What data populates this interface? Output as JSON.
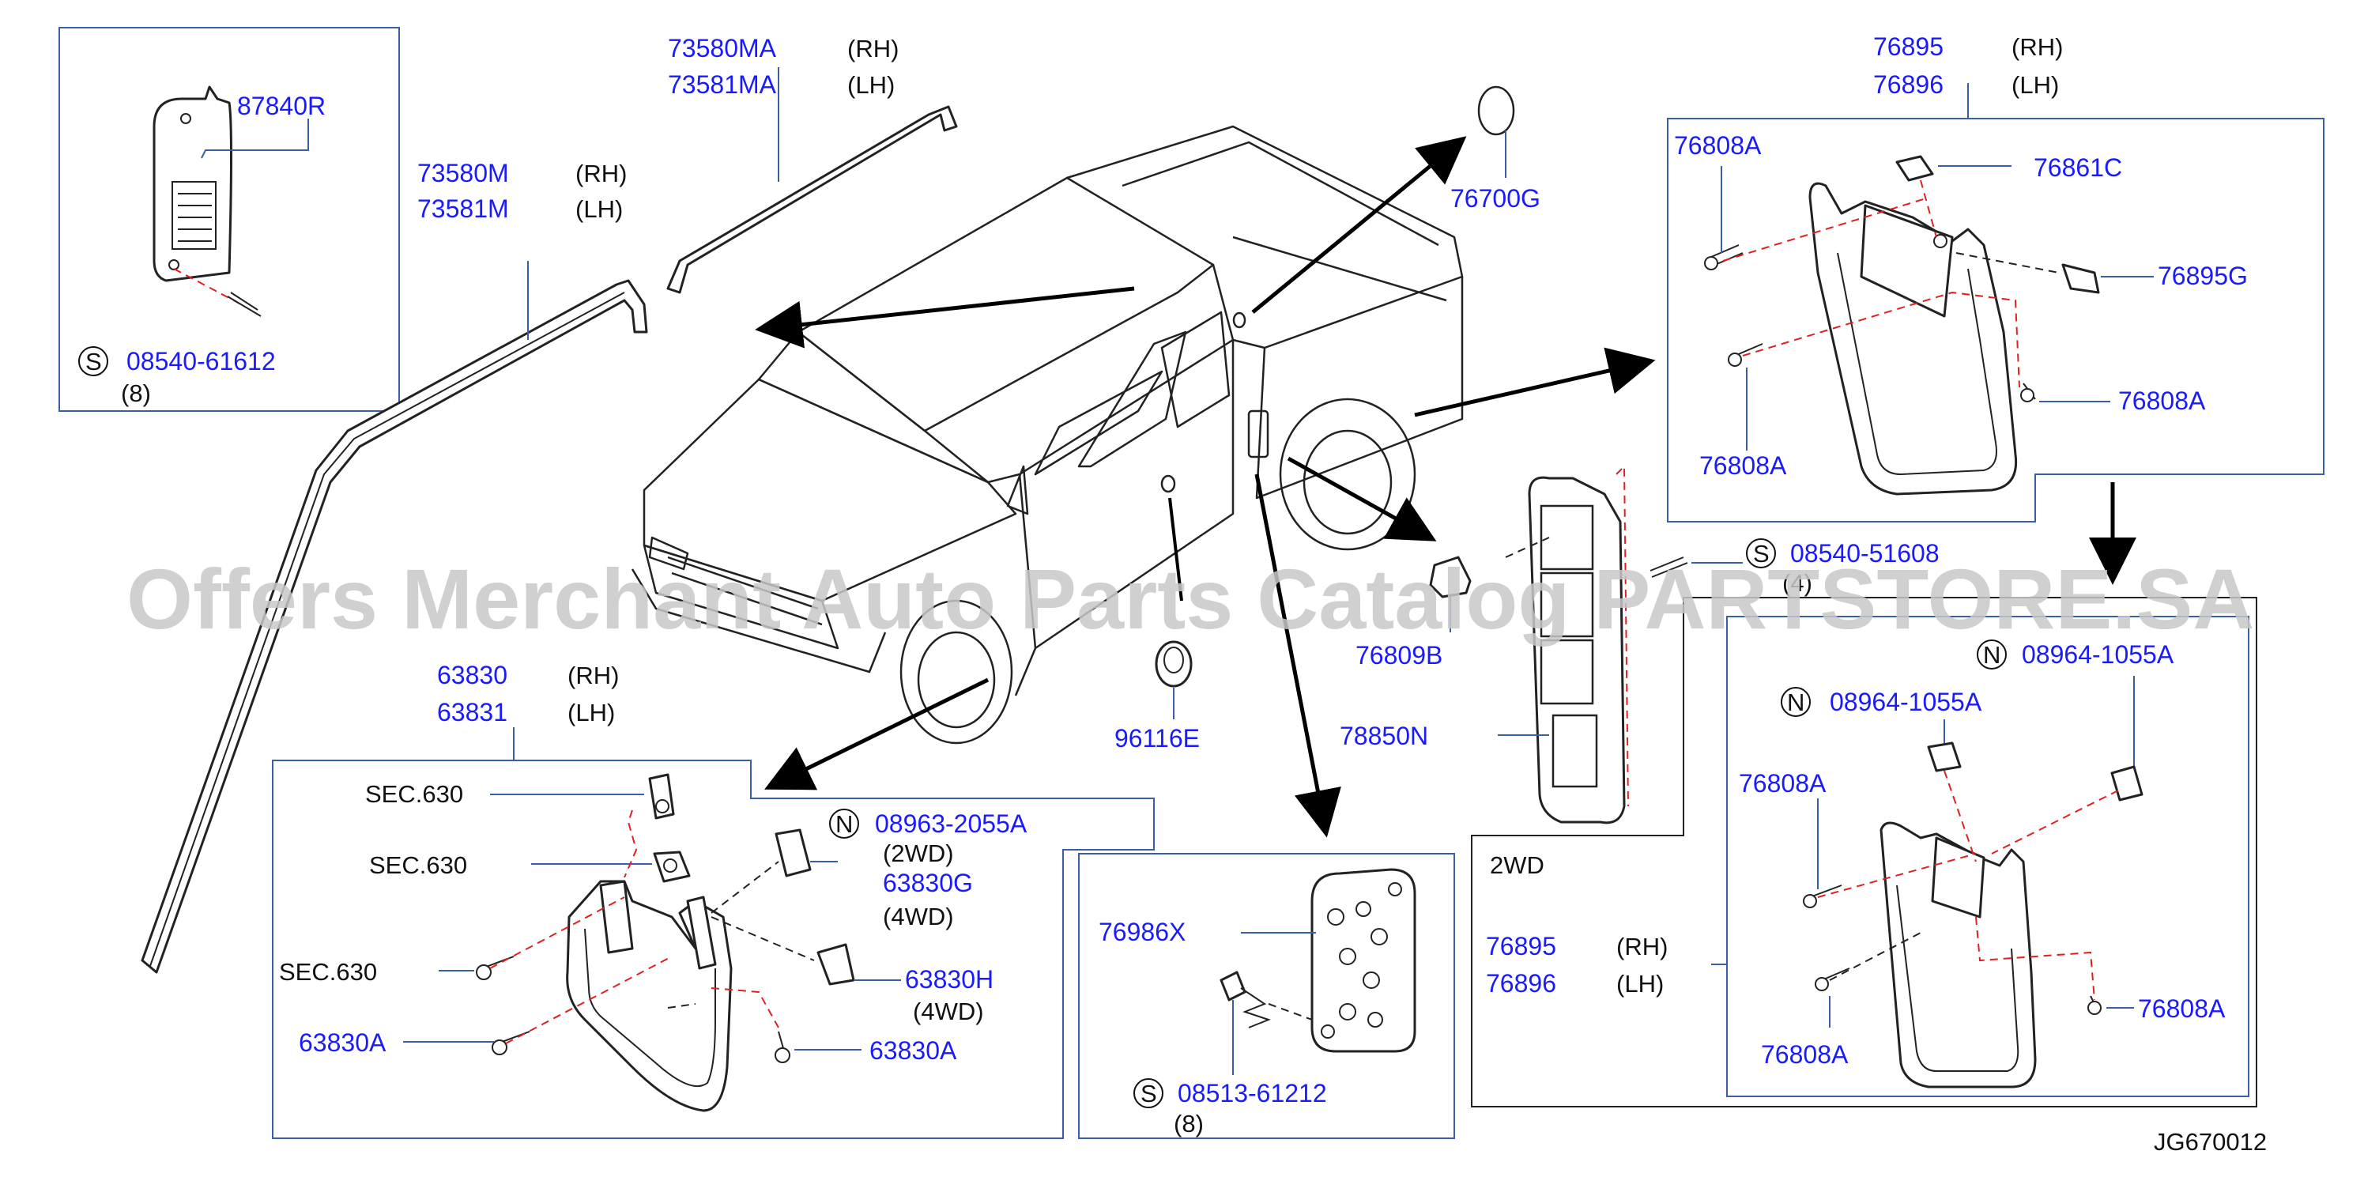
{
  "watermark": "Offers Merchant Auto Parts Catalog PARTSTORE.SA",
  "drawing_id": "JG670012",
  "labels": {
    "p87840R": "87840R",
    "s1_sym": "S",
    "s1_num": "08540-61612",
    "s1_qty": "(8)",
    "rail_ma_rh": "73580MA",
    "rail_ma_rh_side": "(RH)",
    "rail_ma_lh": "73581MA",
    "rail_ma_lh_side": "(LH)",
    "rail_m_rh": "73580M",
    "rail_m_rh_side": "(RH)",
    "rail_m_lh": "73581M",
    "rail_m_lh_side": "(LH)",
    "p76700G": "76700G",
    "rr_flap_rh": "76895",
    "rr_flap_rh_side": "(RH)",
    "rr_flap_lh": "76896",
    "rr_flap_lh_side": "(LH)",
    "rr_76808A_1": "76808A",
    "rr_76861C": "76861C",
    "rr_76895G": "76895G",
    "rr_76808A_2": "76808A",
    "rr_76808A_3": "76808A",
    "s2_sym": "S",
    "s2_num": "08540-51608",
    "s2_qty": "(4)",
    "p76809B": "76809B",
    "p78850N": "78850N",
    "p96116E": "96116E",
    "twowd": "2WD",
    "n1_sym": "N",
    "n1_num": "08964-1055A",
    "n2_sym": "N",
    "n2_num": "08964-1055A",
    "b2_76808A_1": "76808A",
    "b2_76808A_2": "76808A",
    "b2_76808A_3": "76808A",
    "b2_flap_rh": "76895",
    "b2_flap_rh_side": "(RH)",
    "b2_flap_lh": "76896",
    "b2_flap_lh_side": "(LH)",
    "fr_flap_rh": "63830",
    "fr_flap_rh_side": "(RH)",
    "fr_flap_lh": "63831",
    "fr_flap_lh_side": "(LH)",
    "sec1": "SEC.630",
    "sec2": "SEC.630",
    "sec3": "SEC.630",
    "n3_sym": "N",
    "n3_num": "08963-2055A",
    "fr_2wd": "(2WD)",
    "p63830G": "63830G",
    "fr_4wd_1": "(4WD)",
    "p63830H": "63830H",
    "fr_4wd_2": "(4WD)",
    "fr_63830A_1": "63830A",
    "fr_63830A_2": "63830A",
    "p76986X": "76986X",
    "s3_sym": "S",
    "s3_num": "08513-61212",
    "s3_qty": "(8)"
  },
  "colors": {
    "part_number": "#1a1aff",
    "leader_line": "#3a5fa8",
    "dashed_fastener_path": "#e02020",
    "watermark": "#c8c8c8"
  },
  "icons": [
    "screw-icon",
    "clip-nut-icon",
    "grommet-icon",
    "mud-flap-icon",
    "fuel-door-icon",
    "hinge-bracket-icon",
    "roof-rail-icon"
  ]
}
